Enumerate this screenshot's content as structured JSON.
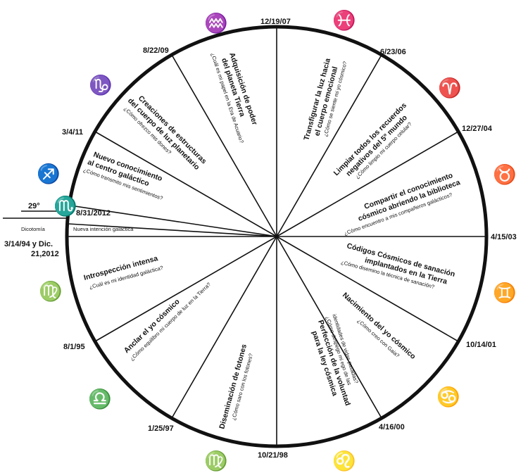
{
  "wheel": {
    "dates": {
      "top": "12/19/07",
      "upper_right_1": "6/23/06",
      "upper_right_2": "12/27/04",
      "right": "4/15/03",
      "lower_right_1": "10/14/01",
      "lower_right_2": "4/16/00",
      "bottom": "10/21/98",
      "lower_left_1": "1/25/97",
      "lower_left_2": "8/1/95",
      "left": "3/14/94 y Dic.",
      "left_2": "21,2012",
      "upper_left_1": "3/4/11",
      "upper_left_2": "8/22/09",
      "intention": "8/31/2012"
    },
    "glyphs": {
      "aquarius": "♒",
      "pisces": "♓",
      "aries": "♈",
      "taurus": "♉",
      "gemini": "♊",
      "cancer": "♋",
      "leo": "♌",
      "virgo_bottom": "♍",
      "libra": "♎",
      "virgo_left": "♍",
      "scorpio": "♏",
      "sagittarius": "♐",
      "capricorn": "♑"
    },
    "degree_label": "29°",
    "dicotomia": "Dicotomía",
    "nueva_intencion": "Nueva intención galáctica",
    "segments": [
      {
        "title1": "Transfigurar la luz hacia",
        "title2": "el cuerpo emocional",
        "q1": "¿Cómo se siente mi yo cósmico?",
        "q2": ""
      },
      {
        "title1": "Limpiar todos los recuerdos",
        "title2": "negativos del 5º mundo",
        "q1": "¿Cómo limpio mi cuerpo celular?",
        "q2": ""
      },
      {
        "title1": "Compartir el conocimiento",
        "title2": "cósmico abriendo la biblioteca",
        "q1": "¿Cómo encuentro a mis compañeros galácticos?",
        "q2": ""
      },
      {
        "title1": "Códigos Cósmicos de sanación",
        "title2": "implantados en la Tierra",
        "q1": "¿Cómo disemino la técnica de sanación?",
        "q2": ""
      },
      {
        "title1": "Nacimiento del yo cósmico",
        "title2": "",
        "q1": "¿Cómo creo con Gaia?",
        "q2": ""
      },
      {
        "title1": "Perfección de la voluntad",
        "title2": "para la ley cósmica",
        "q1": "¿Cómo despego mi ego de las",
        "q2": "identidades de vidas pasadas?"
      },
      {
        "title1": "Diseminación de fotones",
        "title2": "",
        "q1": "¿Cómo saro con los fotones?",
        "q2": ""
      },
      {
        "title1": "Anclar el yo cósmico",
        "title2": "",
        "q1": "¿Cómo equilibro mi cuerpo de luz en la Tierra?",
        "q2": ""
      },
      {
        "title1": "Introspección intensa",
        "title2": "",
        "q1": "¿Cuál es mi identidad galáctica?",
        "q2": ""
      },
      {
        "title1": "Nuevo conocimiento",
        "title2": "al centro galáctico",
        "q1": "¿Cómo transmito mis sentimientos?",
        "q2": ""
      },
      {
        "title1": "Creaciones de estructuras",
        "title2": "del cuerpo de luz planetario",
        "q1": "¿Cómo ofrezco mis dones?",
        "q2": ""
      },
      {
        "title1": "Adquisición de poder",
        "title2": "del planeta Tierra",
        "q1": "¿Cuál es mi papel en la Era de Acuario?",
        "q2": ""
      }
    ]
  }
}
